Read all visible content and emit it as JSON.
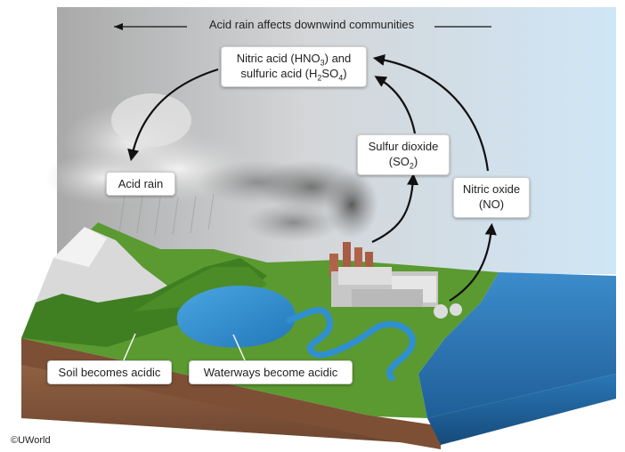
{
  "banner": {
    "text": "Acid rain affects downwind communities"
  },
  "labels": {
    "acids_line1_pre": "Nitric acid (HNO",
    "acids_line1_sub": "3",
    "acids_line1_post": ") and",
    "acids_line2_pre": "sulfuric acid (H",
    "acids_line2_sub1": "2",
    "acids_line2_mid": "SO",
    "acids_line2_sub2": "4",
    "acids_line2_post": ")",
    "acid_rain": "Acid rain",
    "sulfur_dioxide_name": "Sulfur dioxide",
    "sulfur_dioxide_formula_pre": "(SO",
    "sulfur_dioxide_formula_sub": "2",
    "sulfur_dioxide_formula_post": ")",
    "nitric_oxide_name": "Nitric oxide",
    "nitric_oxide_formula": "(NO)",
    "soil": "Soil becomes acidic",
    "waterways": "Waterways become acidic"
  },
  "copyright": "©UWorld",
  "colors": {
    "sky_left": "#b9b9b9",
    "sky_right": "#cfe5f5",
    "land_green": "#4f8f2a",
    "water_blue": "#2f8fd0",
    "ocean_blue": "#2f7fc0",
    "soil_brown": "#8a5a3c",
    "smoke_gray": "#6d6d6d"
  }
}
